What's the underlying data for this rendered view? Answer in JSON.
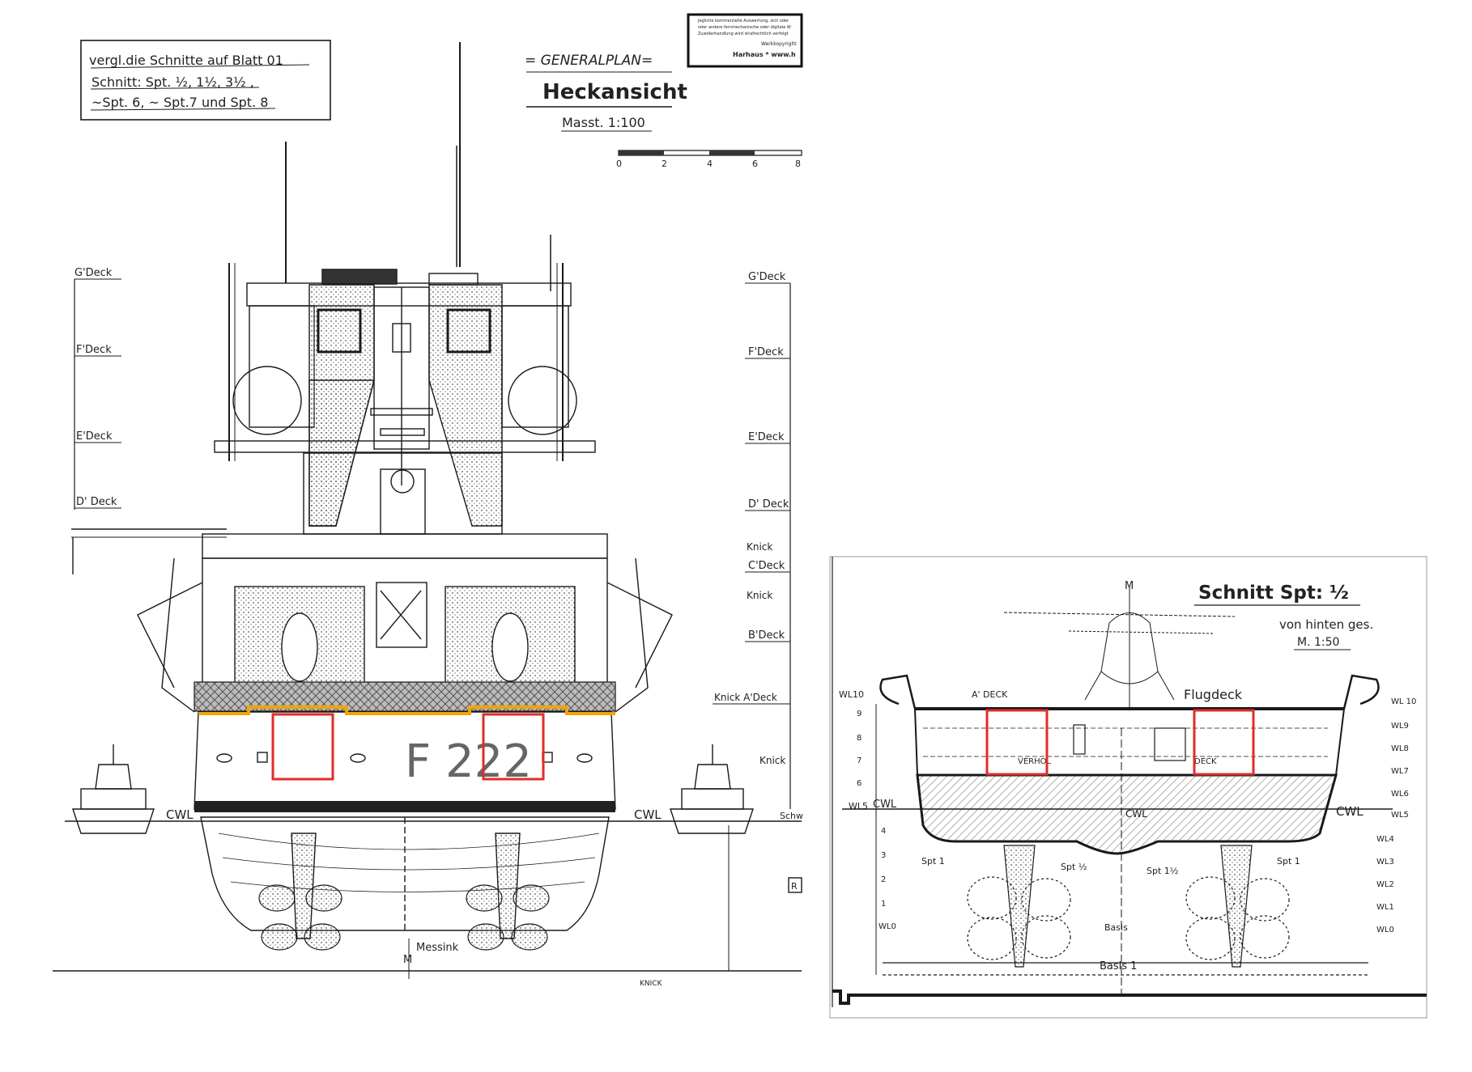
{
  "left_plan": {
    "note_lines": [
      "vergl.die Schnitte auf Blatt 01",
      "Schnitt: Spt. ½, 1½, 3½ ,",
      "~Spt. 6, ~ Spt.7 und Spt. 8"
    ],
    "title_small": "= GENERALPLAN=",
    "title": "Heckansicht",
    "scale": "Masst. 1:100",
    "scale_ticks": [
      "0",
      "2",
      "4",
      "6",
      "8"
    ],
    "stamp_lines": [
      "Jegliche kommerzielle Auswertung, sich oder",
      "oder andere fernmechanische oder digitale W",
      "Zuwiderhandlung wird strafrechtlich verfolgt",
      "Werkkopyright",
      "Harhaus  *  www.h"
    ],
    "deck_labels_left": [
      "G'Deck",
      "F'Deck",
      "E'Deck",
      "D' Deck"
    ],
    "deck_labels_right": [
      "G'Deck",
      "F'Deck",
      "E'Deck",
      "D' Deck",
      "Knick",
      "C'Deck",
      "Knick",
      "B'Deck",
      "Knick A'Deck",
      "Knick"
    ],
    "hull_number": "F 222",
    "cwl": "CWL",
    "messink": "Messink",
    "m_mark": "M",
    "schw": "Schw",
    "knick_bottom": "KNICK",
    "r_label": "R"
  },
  "right_section": {
    "title": "Schnitt Spt: ½",
    "subtitle": "von hinten ges.",
    "scale": "M. 1:50",
    "a_deck": "A' DECK",
    "flugdeck": "Flugdeck",
    "m_mark": "M",
    "wl_left": [
      "WL10",
      "9",
      "8",
      "7",
      "6",
      "WL5",
      "4",
      "3",
      "2",
      "1",
      "WL0"
    ],
    "wl_right": [
      "WL 10",
      "WL9",
      "WL8",
      "WL7",
      "WL6",
      "WL5",
      "WL4",
      "WL3",
      "WL2",
      "WL1",
      "WL0"
    ],
    "cwl": "CWL",
    "spt_labels": [
      "Spt 1",
      "Spt ½",
      "Spt 1½",
      "Spt 1"
    ],
    "basis": "Basis",
    "basis1": "Basis 1",
    "verhol": "VERHOL",
    "deck_mark": "DECK",
    "fill_label": "CWL"
  },
  "colors": {
    "highlight_box": "#e32b2b",
    "highlight_line": "#f0a500",
    "ink": "#1a1a1a",
    "hatch": "#9a9a9a"
  }
}
